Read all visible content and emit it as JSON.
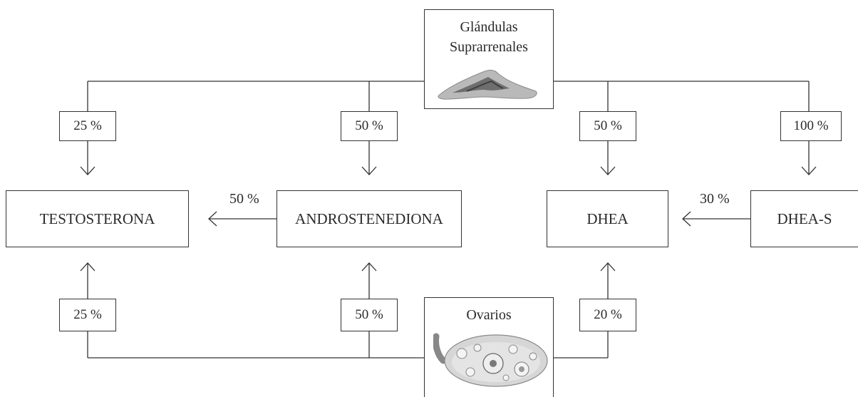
{
  "sources": {
    "adrenal": "Glándulas\nSuprarrenales",
    "ovaries": "Ovarios"
  },
  "hormones": {
    "testosterona": "TESTOSTERONA",
    "androstenediona": "ANDROSTENEDIONA",
    "dhea": "DHEA",
    "dhea_s": "DHEA-S"
  },
  "adrenal_contributions": {
    "testosterona": "25 %",
    "androstenediona": "50 %",
    "dhea": "50 %",
    "dhea_s": "100 %"
  },
  "ovarian_contributions": {
    "testosterona": "25 %",
    "androstenediona": "50 %",
    "dhea": "20 %"
  },
  "conversions": {
    "androstenediona_to_testosterona": "50 %",
    "dhea_s_to_dhea": "30 %"
  }
}
